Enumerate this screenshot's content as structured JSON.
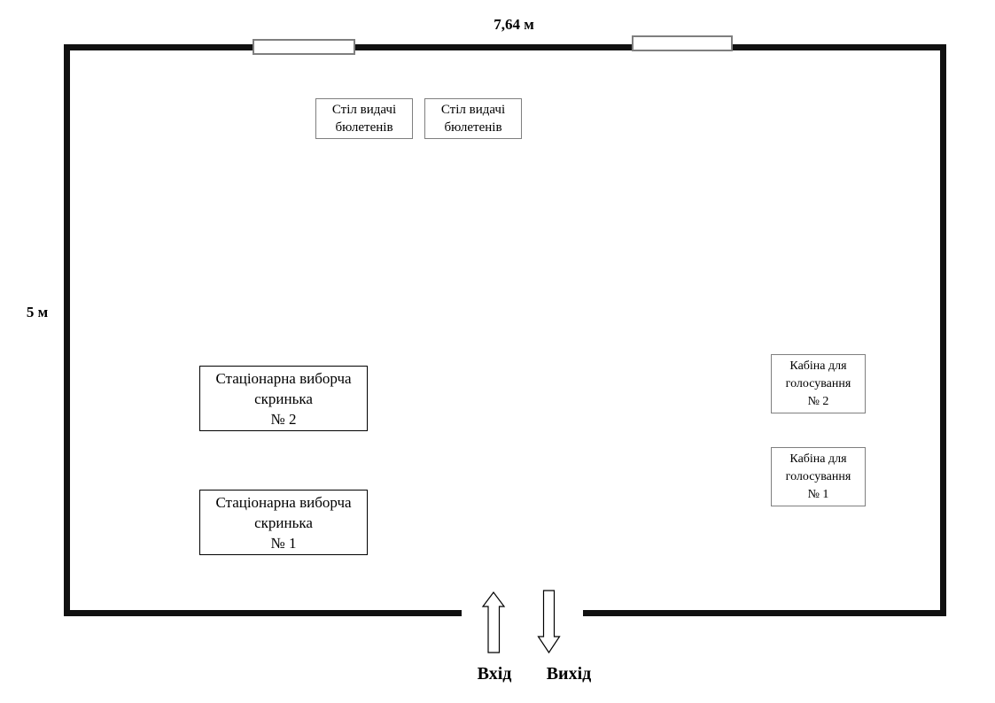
{
  "plan": {
    "top_dimension_label": "7,64 м",
    "left_dimension_label": "5 м",
    "entrance_label": "Вхід",
    "exit_label": "Вихід"
  },
  "ballot_tables": [
    {
      "line1": "Стіл видачі",
      "line2": "бюлетенів"
    },
    {
      "line1": "Стіл видачі",
      "line2": "бюлетенів"
    }
  ],
  "ballot_boxes": [
    {
      "line1": "Стаціонарна виборча",
      "line2": "скринька",
      "line3": "№ 2"
    },
    {
      "line1": "Стаціонарна виборча",
      "line2": "скринька",
      "line3": "№ 1"
    }
  ],
  "voting_booths": [
    {
      "line1": "Кабіна для",
      "line2": "голосування",
      "line3": "№ 2"
    },
    {
      "line1": "Кабіна для",
      "line2": "голосування",
      "line3": "№ 1"
    }
  ],
  "colors": {
    "wall": "#111111",
    "thin_border": "#000000",
    "gray_border": "#7f7f7f",
    "text": "#000000",
    "background": "#ffffff"
  }
}
